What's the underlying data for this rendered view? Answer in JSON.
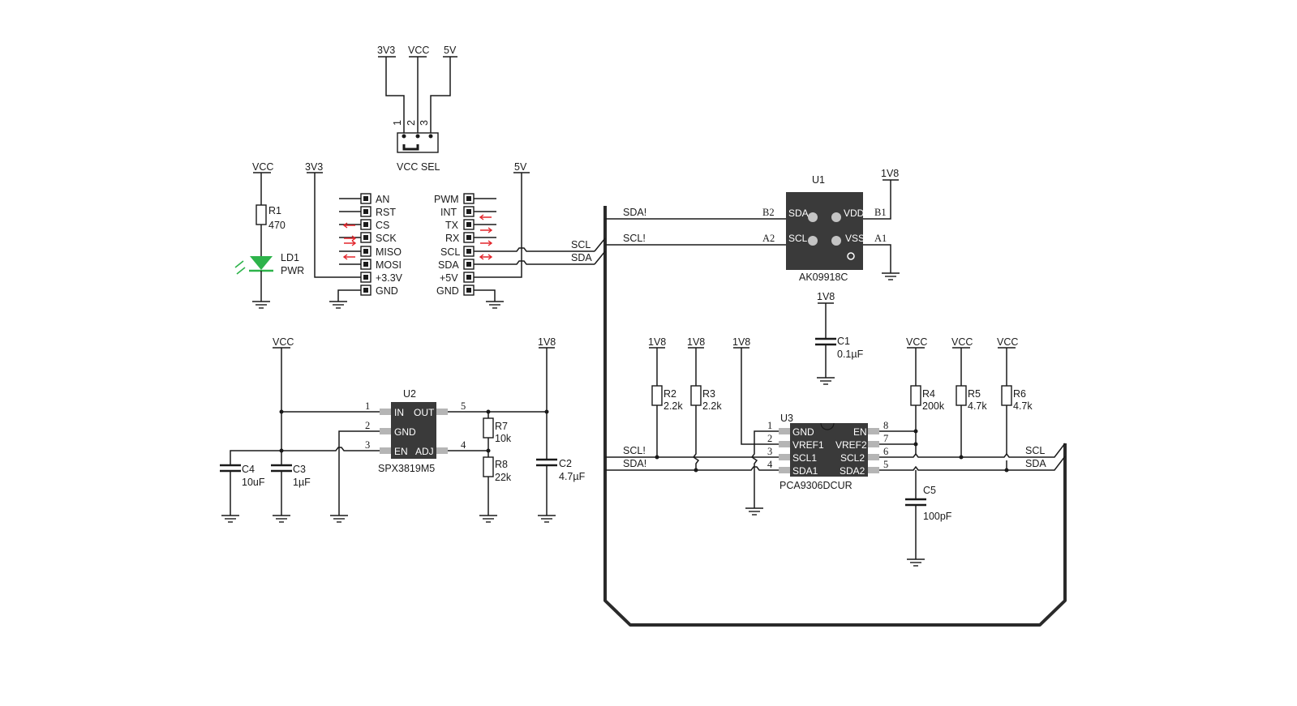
{
  "rails": {
    "v3v3": "3V3",
    "vcc": "VCC",
    "v5": "5V",
    "v1v8": "1V8"
  },
  "vcc_sel": {
    "label": "VCC SEL",
    "pins": [
      "1",
      "2",
      "3"
    ]
  },
  "resistors": {
    "r1": {
      "ref": "R1",
      "value": "470"
    },
    "r2": {
      "ref": "R2",
      "value": "2.2k"
    },
    "r3": {
      "ref": "R3",
      "value": "2.2k"
    },
    "r4": {
      "ref": "R4",
      "value": "200k"
    },
    "r5": {
      "ref": "R5",
      "value": "4.7k"
    },
    "r6": {
      "ref": "R6",
      "value": "4.7k"
    },
    "r7": {
      "ref": "R7",
      "value": "10k"
    },
    "r8": {
      "ref": "R8",
      "value": "22k"
    }
  },
  "led": {
    "ref": "LD1",
    "value": "PWR",
    "color": "#2db34a"
  },
  "capacitors": {
    "c1": {
      "ref": "C1",
      "value": "0.1µF"
    },
    "c2": {
      "ref": "C2",
      "value": "4.7µF"
    },
    "c3": {
      "ref": "C3",
      "value": "1µF"
    },
    "c4": {
      "ref": "C4",
      "value": "10uF"
    },
    "c5": {
      "ref": "C5",
      "value": "100pF"
    }
  },
  "header_left": {
    "pins": [
      "AN",
      "RST",
      "CS",
      "SCK",
      "MISO",
      "MOSI",
      "+3.3V",
      "GND"
    ]
  },
  "header_right": {
    "pins": [
      "PWM",
      "INT",
      "TX",
      "RX",
      "SCL",
      "SDA",
      "+5V",
      "GND"
    ]
  },
  "nets": {
    "scl": "SCL",
    "sda": "SDA",
    "scl_b": "SCL!",
    "sda_b": "SDA!"
  },
  "u1": {
    "ref": "U1",
    "part": "AK09918C",
    "pins": {
      "sda": "SDA",
      "scl": "SCL",
      "vdd": "VDD",
      "vss": "VSS"
    },
    "balls": {
      "b2": "B2",
      "a2": "A2",
      "b1": "B1",
      "a1": "A1"
    }
  },
  "u2": {
    "ref": "U2",
    "part": "SPX3819M5",
    "pins": {
      "in": "IN",
      "gnd": "GND",
      "en": "EN",
      "out": "OUT",
      "adj": "ADJ"
    },
    "nums": [
      "1",
      "2",
      "3",
      "5",
      "4"
    ]
  },
  "u3": {
    "ref": "U3",
    "part": "PCA9306DCUR",
    "left_pins": [
      "GND",
      "VREF1",
      "SCL1",
      "SDA1"
    ],
    "right_pins": [
      "EN",
      "VREF2",
      "SCL2",
      "SDA2"
    ],
    "left_nums": [
      "1",
      "2",
      "3",
      "4"
    ],
    "right_nums": [
      "8",
      "7",
      "6",
      "5"
    ]
  },
  "colors": {
    "wire": "#1a1a1a",
    "chip": "#3a3a3a",
    "arrow": "#e3262c",
    "led": "#2db34a"
  }
}
